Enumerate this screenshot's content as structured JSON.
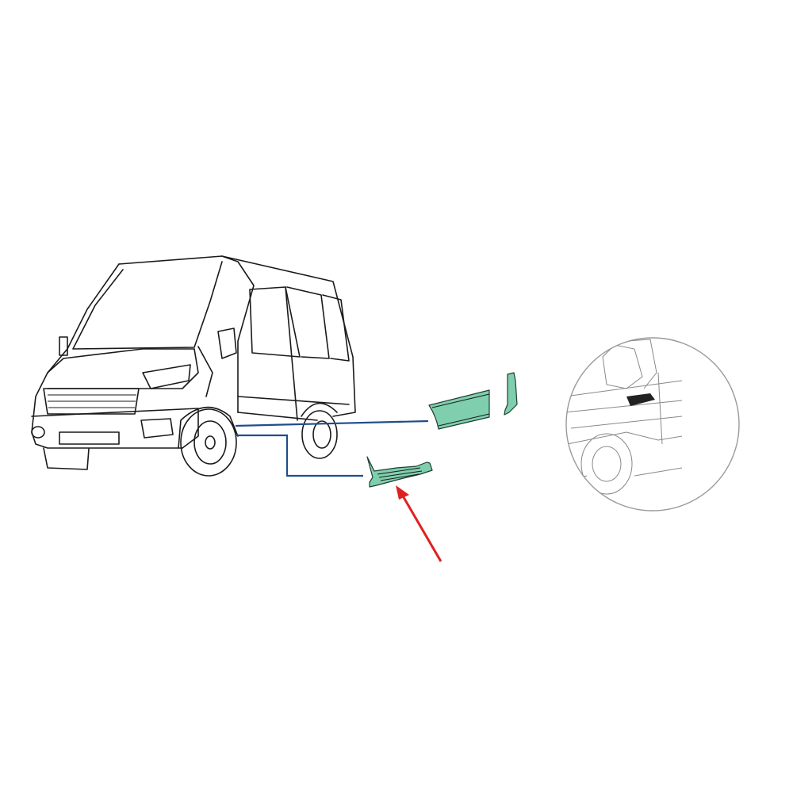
{
  "colors": {
    "part_fill": "#7fcfae",
    "leader_line": "#1f4e8a",
    "arrow": "#e02020",
    "outline": "#1a1a1a",
    "detail_circle": "#9a9a9a"
  },
  "parts": [
    "side-moulding-panel",
    "rear-end-cap",
    "step-sill-trim"
  ],
  "highlighted_part": "step-sill-trim"
}
